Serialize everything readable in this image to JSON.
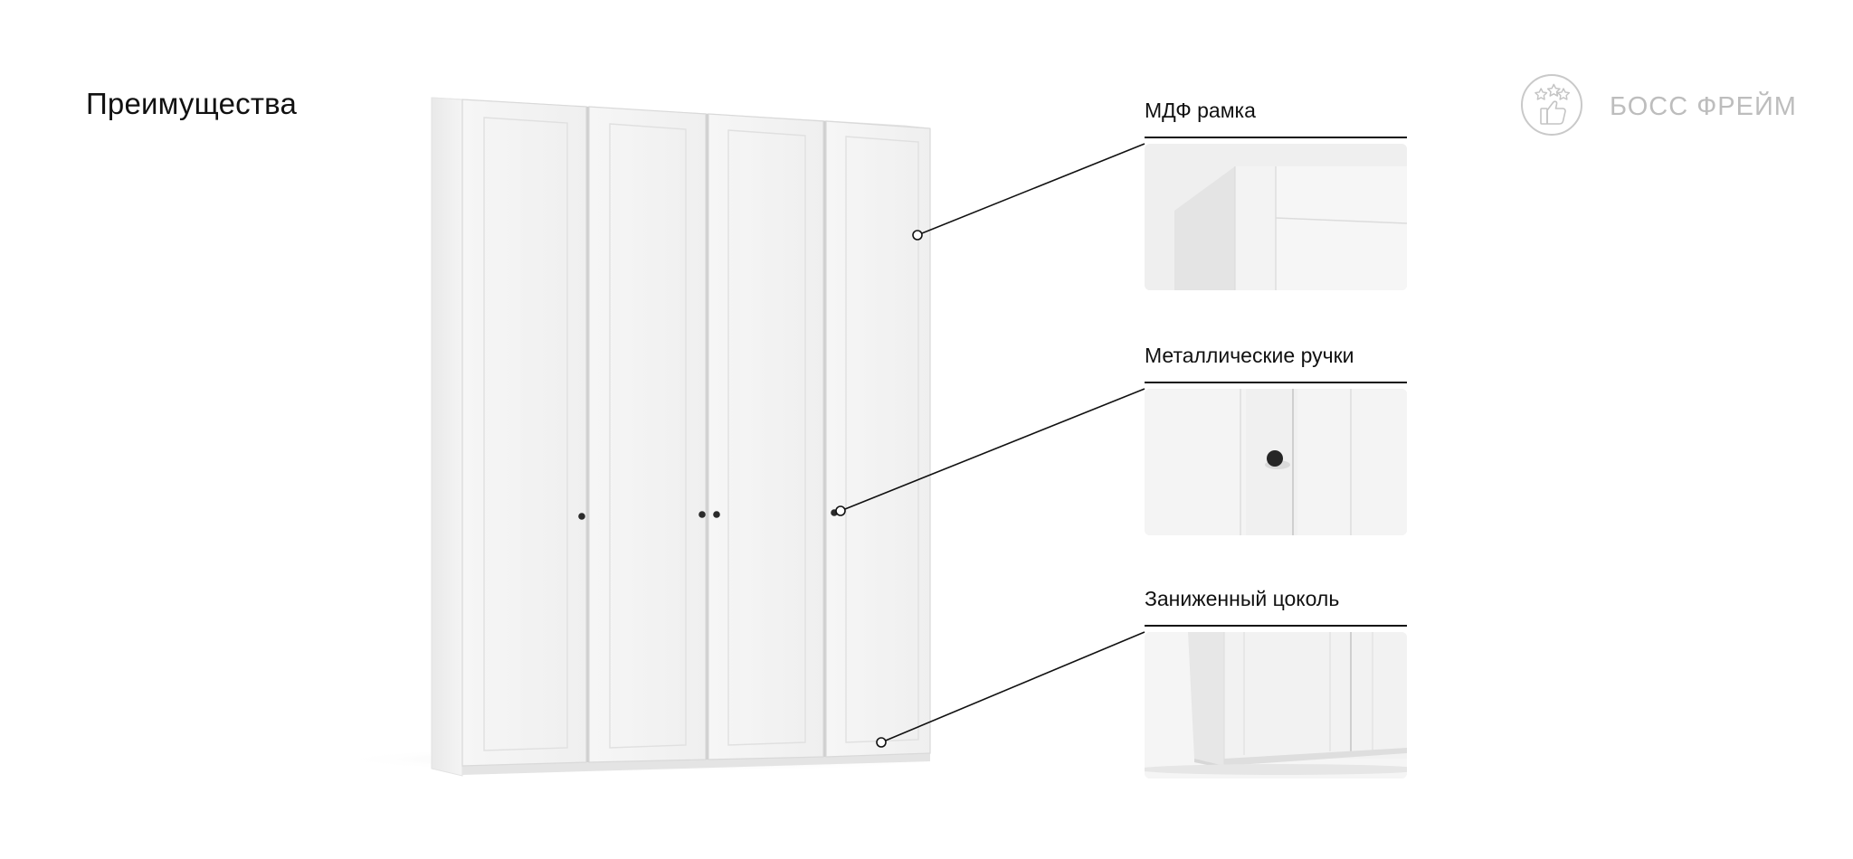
{
  "header": {
    "title": "Преимущества"
  },
  "brand": {
    "name": "БОСС ФРЕЙМ",
    "badge_icon": "thumbs-up-stars-icon"
  },
  "product": {
    "name": "wardrobe",
    "door_count": 4,
    "colors": {
      "body": "#f3f3f3",
      "shadow": "#dcdcdc",
      "handle": "#2b2b2b"
    }
  },
  "features": [
    {
      "title": "МДФ рамка",
      "image": "mdf-frame-closeup"
    },
    {
      "title": "Металлические ручки",
      "image": "metal-handle-closeup"
    },
    {
      "title": "Заниженный цоколь",
      "image": "low-plinth-closeup"
    }
  ],
  "colors": {
    "text": "#111111",
    "brand": "#bdbdbd",
    "line": "#111111"
  }
}
